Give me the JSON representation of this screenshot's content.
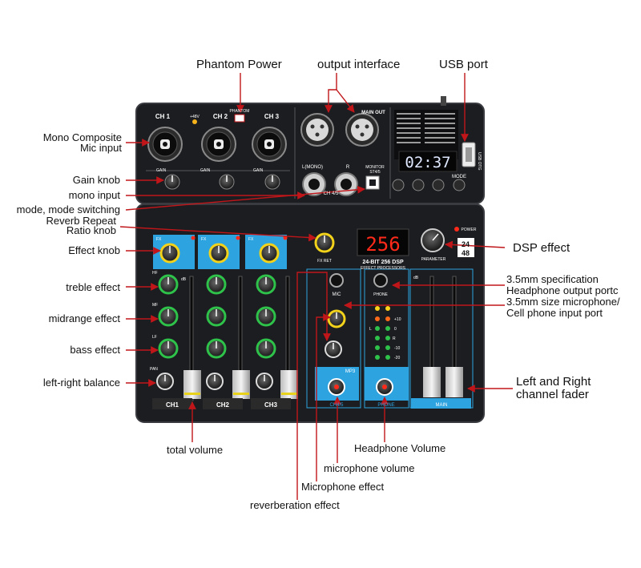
{
  "callouts": {
    "phantom_power": "Phantom Power",
    "output_interface": "output interface",
    "usb_port": "USB port",
    "mono_composite_line1": "Mono Composite",
    "mono_composite_line2": "Mic input",
    "gain_knob": "Gain knob",
    "mono_input": "mono input",
    "mode_switching": "mode, mode switching",
    "reverb_repeat_line1": "Reverb Repeat",
    "reverb_repeat_line2": "Ratio knob",
    "effect_knob": "Effect knob",
    "treble_effect": "treble effect",
    "midrange_effect": "midrange effect",
    "bass_effect": "bass effect",
    "left_right_balance": "left-right balance",
    "total_volume": "total volume",
    "dsp_effect": "DSP effect",
    "headphone_output_line1": "3.5mm specification",
    "headphone_output_line2": "Headphone output portc",
    "mic_phone_input_line1": "3.5mm size microphone/",
    "mic_phone_input_line2": "Cell phone input port",
    "lr_fader_line1": "Left and Right",
    "lr_fader_line2": "channel fader",
    "headphone_volume": "Headphone Volume",
    "microphone_volume": "microphone volume",
    "microphone_effect": "Microphone effect",
    "reverberation_effect": "reverberation effect"
  },
  "panel": {
    "ch1": "CH 1",
    "ch2": "CH 2",
    "ch3": "CH 3",
    "phantom": "PHANTOM",
    "plus48v": "+48V",
    "main_out": "MAIN OUT",
    "l_mono": "L(MONO)",
    "r": "R",
    "ch45": "CH 4/5",
    "monitor": "MONITOR",
    "st45": "ST4/5",
    "gain": "GAIN",
    "mode": "MODE",
    "usb_otg": "USB OTG",
    "time_display": "02:37",
    "dsp_display": "256",
    "dsp_line1": "24-BIT 256 DSP",
    "dsp_line2": "EFFECT PROCESSORS",
    "parameter": "PARAMETER",
    "power": "POWER",
    "fx_ret": "FX RET",
    "mic": "MIC",
    "phone": "PHONE",
    "mp3": "MP3",
    "fx": "FX",
    "db": "dB",
    "hf": "HF",
    "mf": "MF",
    "lf": "LF",
    "pan": "PAN",
    "strip_ch1": "CH1",
    "strip_ch2": "CH2",
    "strip_ch3": "CH3",
    "strip_ch45": "CH4/5",
    "strip_phone": "PHONE",
    "strip_main": "MAIN",
    "badge_top": "24",
    "badge_bottom": "48",
    "vu_plus10": "+10",
    "vu_zero": "0",
    "vu_minus10": "-10",
    "vu_minus20": "-20",
    "vu_l": "L",
    "vu_r": "R"
  },
  "colors": {
    "panel": "#1c1d20",
    "panel_edge": "#3a3b40",
    "accent_blue": "#2da3e0",
    "arrow_red": "#c0161a",
    "knob_green": "#2ec24a",
    "knob_yellow": "#f2d21b",
    "display_red": "#ff2a1a"
  }
}
